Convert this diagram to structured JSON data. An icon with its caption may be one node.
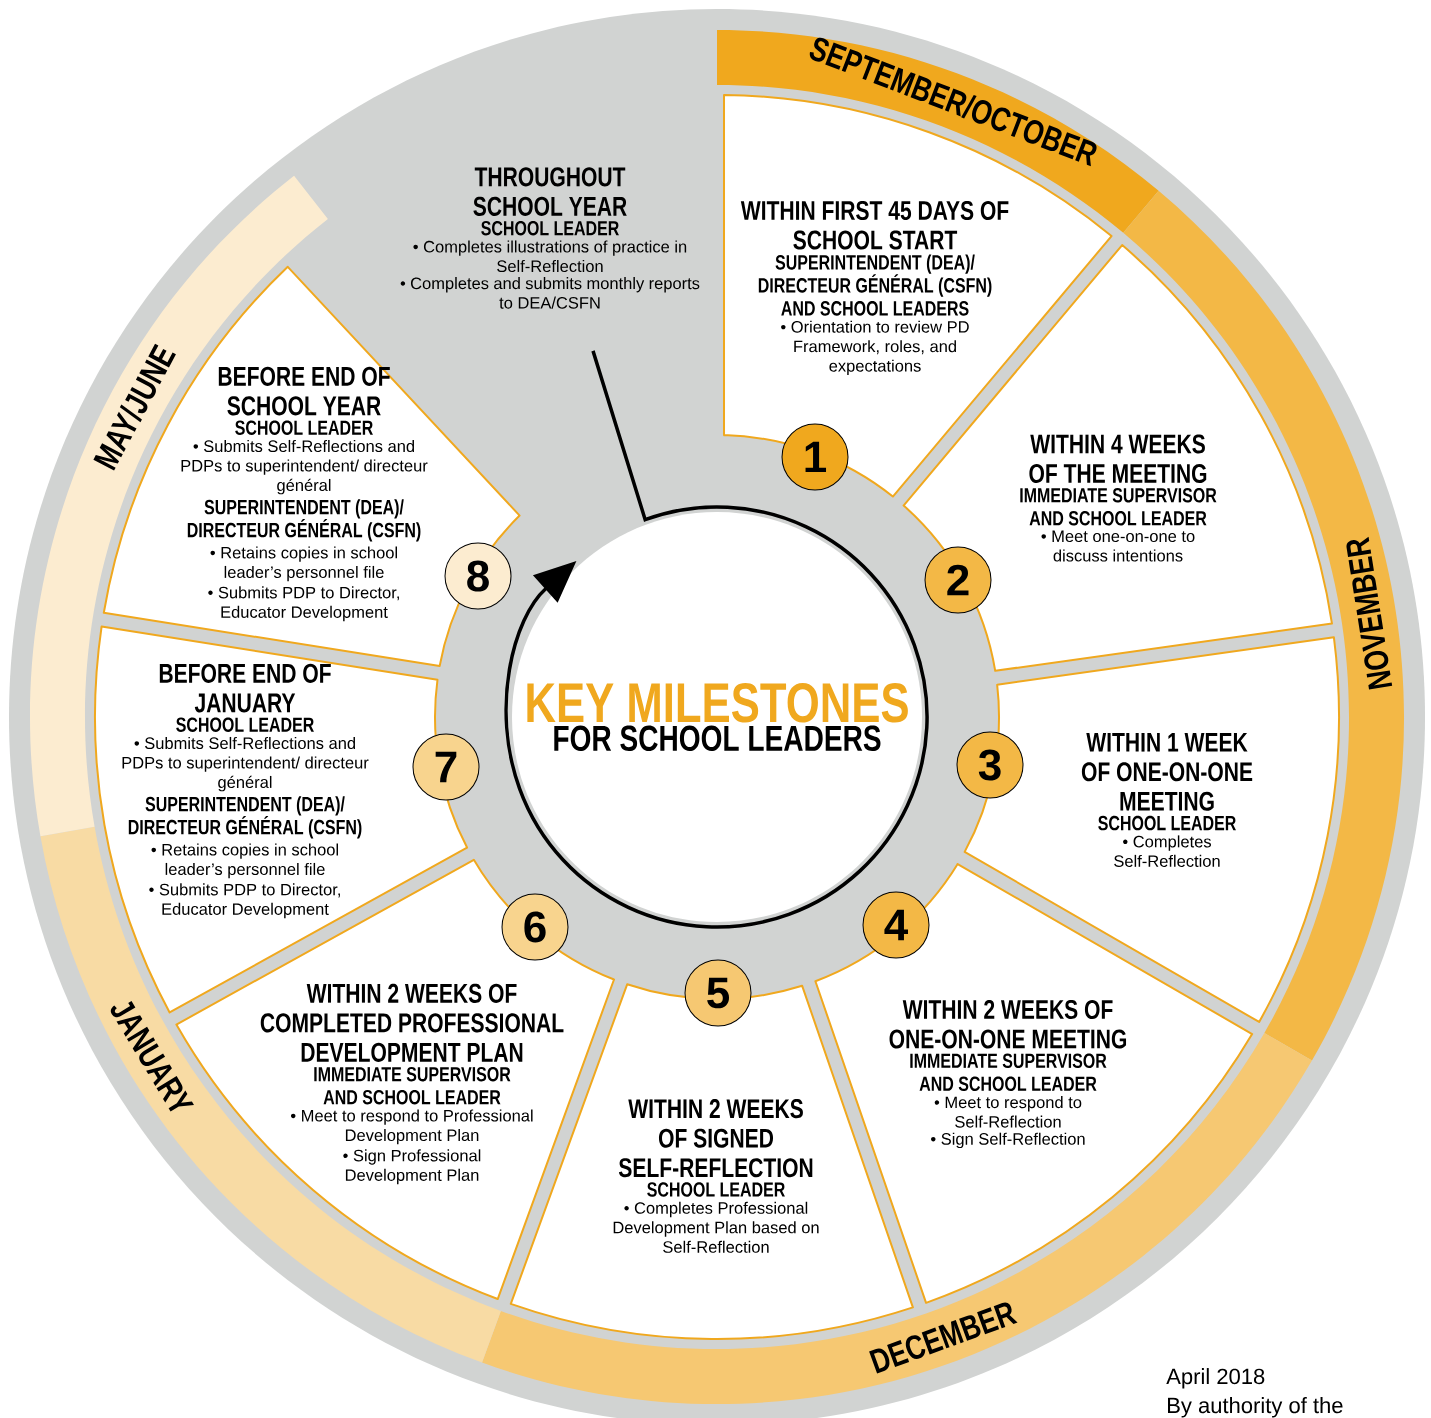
{
  "diagram": {
    "nodes": [
      {
        "text": [
          "KEY MILESTONES",
          "FOR SCHOOL LEADERS"
        ]
      },
      {
        "text": [
          "THROUGHOUT SCHOOL YEAR",
          "SCHOOL LEADER",
          "• Completes illustrations of practice in Self-Reflection",
          "• Completes and submits monthly reports to DEA/CSFN"
        ]
      },
      {
        "text": [
          "WITHIN FIRST 45 DAYS OF SCHOOL START",
          "SUPERINTENDENT (DEA)/ DIRECTEUR GÉNÉRAL (CSFN) AND SCHOOL LEADERS",
          "• Orientation to review PD Framework, roles, and expectations"
        ]
      },
      {
        "text": [
          "1"
        ]
      },
      {
        "text": [
          "WITHIN 4 WEEKS OF THE MEETING",
          "IMMEDIATE SUPERVISOR AND SCHOOL LEADER",
          "• Meet one-on-one to discuss intentions"
        ]
      },
      {
        "text": [
          "2"
        ]
      },
      {
        "text": [
          "WITHIN 1 WEEK OF ONE-ON-ONE MEETING",
          "SCHOOL LEADER",
          "• Completes Self-Reflection"
        ]
      },
      {
        "text": [
          "3"
        ]
      },
      {
        "text": [
          "WITHIN 2 WEEKS OF ONE-ON-ONE MEETING",
          "IMMEDIATE SUPERVISOR AND SCHOOL LEADER",
          "• Meet to respond to Self-Reflection",
          "• Sign Self-Reflection"
        ]
      },
      {
        "text": [
          "4"
        ]
      },
      {
        "text": [
          "WITHIN 2 WEEKS OF SIGNED SELF-REFLECTION",
          "SCHOOL LEADER",
          "• Completes Professional Development Plan based on Self-Reflection"
        ]
      },
      {
        "text": [
          "5"
        ]
      },
      {
        "text": [
          "WITHIN 2 WEEKS OF COMPLETED PROFESSIONAL DEVELOPMENT PLAN",
          "IMMEDIATE SUPERVISOR AND SCHOOL LEADER",
          "• Meet to respond to Professional Development Plan",
          "• Sign Professional Development Plan"
        ]
      },
      {
        "text": [
          "6"
        ]
      },
      {
        "text": [
          "BEFORE END OF JANUARY",
          "SCHOOL LEADER",
          "• Submits Self-Reflections and PDPs to superintendent/ directeur général",
          "SUPERINTENDENT (DEA)/ DIRECTEUR GÉNÉRAL (CSFN)",
          "• Retains copies in school leader’s personnel file",
          "• Submits PDP to Director, Educator Development"
        ]
      },
      {
        "text": [
          "7"
        ]
      },
      {
        "text": [
          "BEFORE END OF SCHOOL YEAR",
          "SCHOOL LEADER",
          "• Submits Self-Reflections and PDPs to superintendent/ directeur général",
          "SUPERINTENDENT (DEA)/ DIRECTEUR GÉNÉRAL (CSFN)",
          "• Retains copies in school leader’s personnel file",
          "• Submits PDP to Director, Educator Development"
        ]
      },
      {
        "text": [
          "8"
        ]
      },
      {
        "text": [
          "SEPTEMBER/OCTOBER"
        ]
      },
      {
        "text": [
          "NOVEMBER"
        ]
      },
      {
        "text": [
          "DECEMBER"
        ]
      },
      {
        "text": [
          "JANUARY"
        ]
      },
      {
        "text": [
          "MAY/JUNE"
        ]
      }
    ],
    "edges": [
      {
        "from": 1,
        "to": 0,
        "arrow": "to"
      }
    ],
    "labels": [
      "April 2018",
      "By authority of the"
    ]
  }
}
